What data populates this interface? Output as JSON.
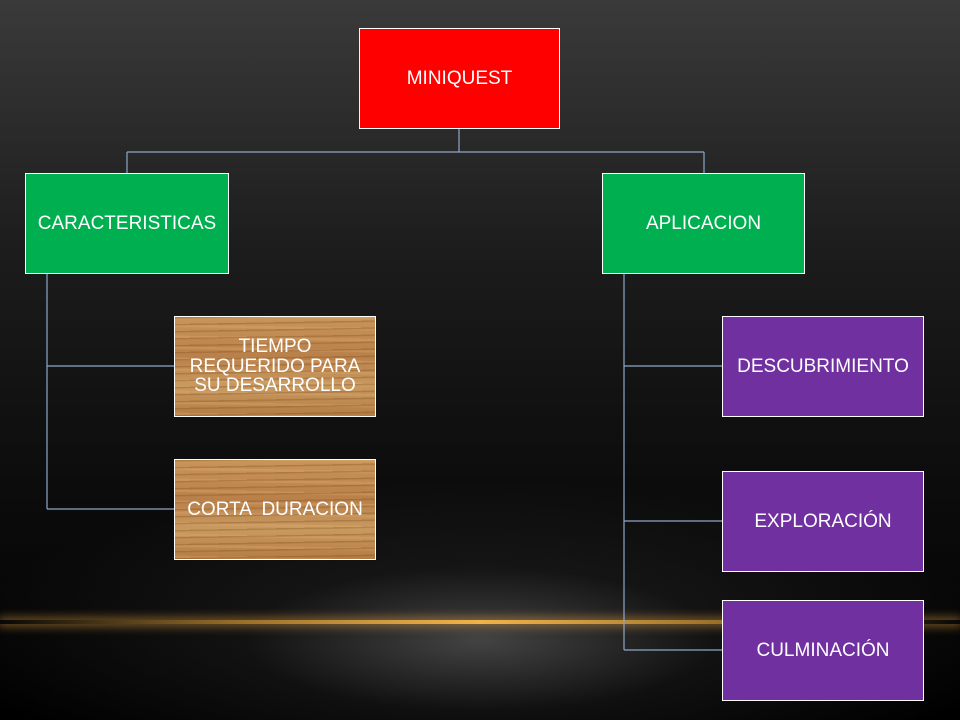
{
  "diagram": {
    "root": {
      "label": "MINIQUEST",
      "color": "#ff0000"
    },
    "branches": [
      {
        "label": "CARACTERISTICAS",
        "color": "#00b050",
        "children": [
          {
            "label": "TIEMPO REQUERIDO PARA SU DESARROLLO",
            "style": "wood-texture"
          },
          {
            "label": "CORTA  DURACION",
            "style": "wood-texture"
          }
        ]
      },
      {
        "label": "APLICACION",
        "color": "#00b050",
        "children": [
          {
            "label": "DESCUBRIMIENTO",
            "color": "#7030a0"
          },
          {
            "label": "EXPLORACIÓN",
            "color": "#7030a0"
          },
          {
            "label": "CULMINACIÓN",
            "color": "#7030a0"
          }
        ]
      }
    ],
    "connector_color": "#8ea6c8"
  }
}
